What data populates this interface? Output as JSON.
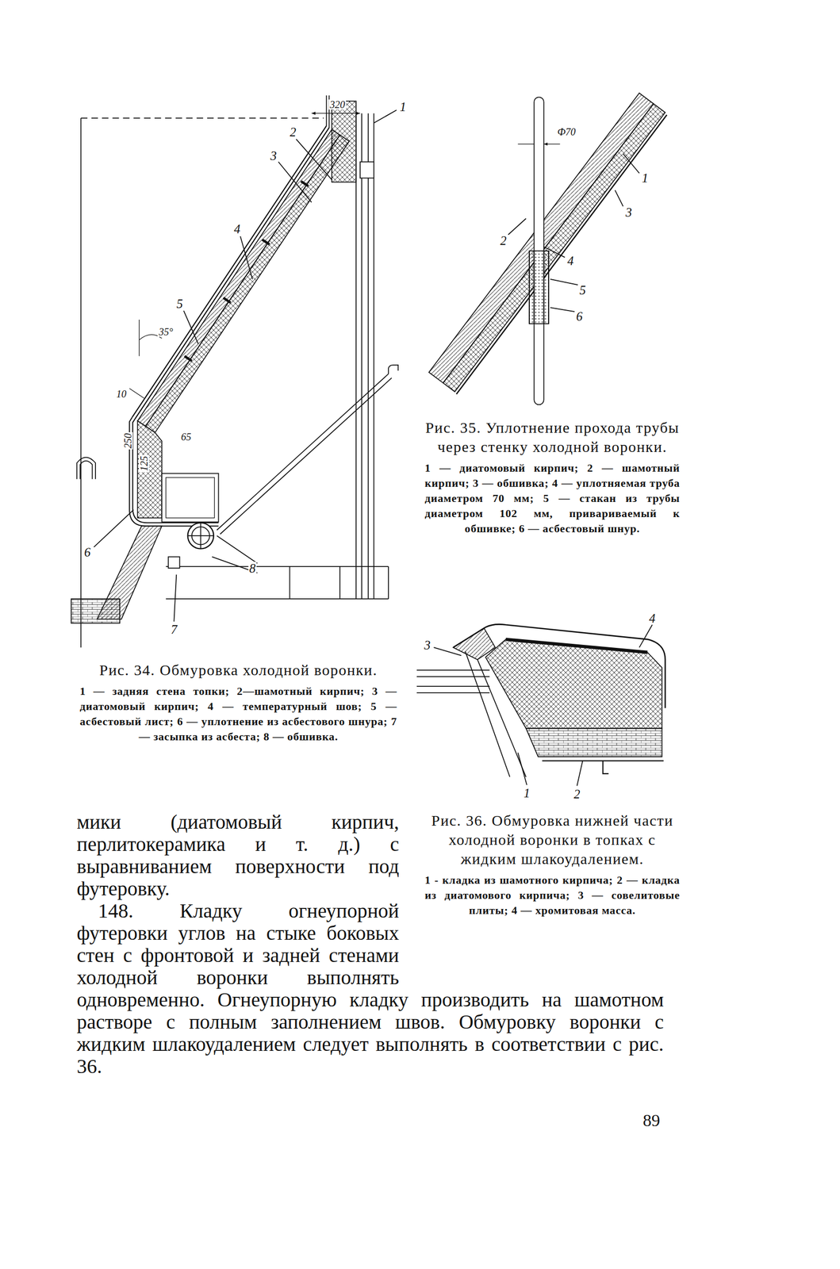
{
  "diagram": {
    "labels": [
      "320",
      "1",
      "2",
      "3",
      "4",
      "5",
      "35°",
      "10",
      "250",
      "125",
      "65",
      "6",
      "8",
      "7",
      "Ф70",
      "1",
      "3",
      "2",
      "4",
      "5",
      "6",
      "3",
      "4",
      "1",
      "2",
      "Рис. 34. Обмуровка холодной воронки.",
      "1 — задняя стена топки; 2—шамотный кирпич; 3 — диатомовый кирпич; 4 — температурный шов; 5 — асбестовый лист; 6 — уплотнение из асбестового шнура; 7 — засыпка из асбеста; 8 — обшивка.",
      "Рис. 35. Уплотнение прохода трубы через стенку холодной воронки.",
      "1 — диатомовый кирпич; 2 — шамотный кирпич; 3 — обшивка; 4 — уплотняемая труба диаметром 70 мм; 5 — стакан из трубы диаметром 102 мм, привариваемый к обшивке; 6 — асбестовый шнур.",
      "Рис. 36. Обмуровка нижней части холодной воронки в топках с жидким шлакоудалением.",
      "1 - кладка из шамотного кирпича; 2 — кладка из диатомового кирпича; 3 — совелитовые плиты; 4 — хромитовая масса.",
      "мики (диатомовый кирпич, перлитокерамика и т. д.) с выравниванием поверхности под футеровку.",
      "148. Кладку огнеупорной футеровки углов на стыке боковых стен с фронтовой и задней стенами холодной воронки выполнять одновременно. Огнеупорную кладку производить на шамотном растворе с полным заполнением швов. Обмуровку воронки с жидким шлакоудалением следует выполнять в соответствии с рис. 36.",
      "89"
    ]
  }
}
